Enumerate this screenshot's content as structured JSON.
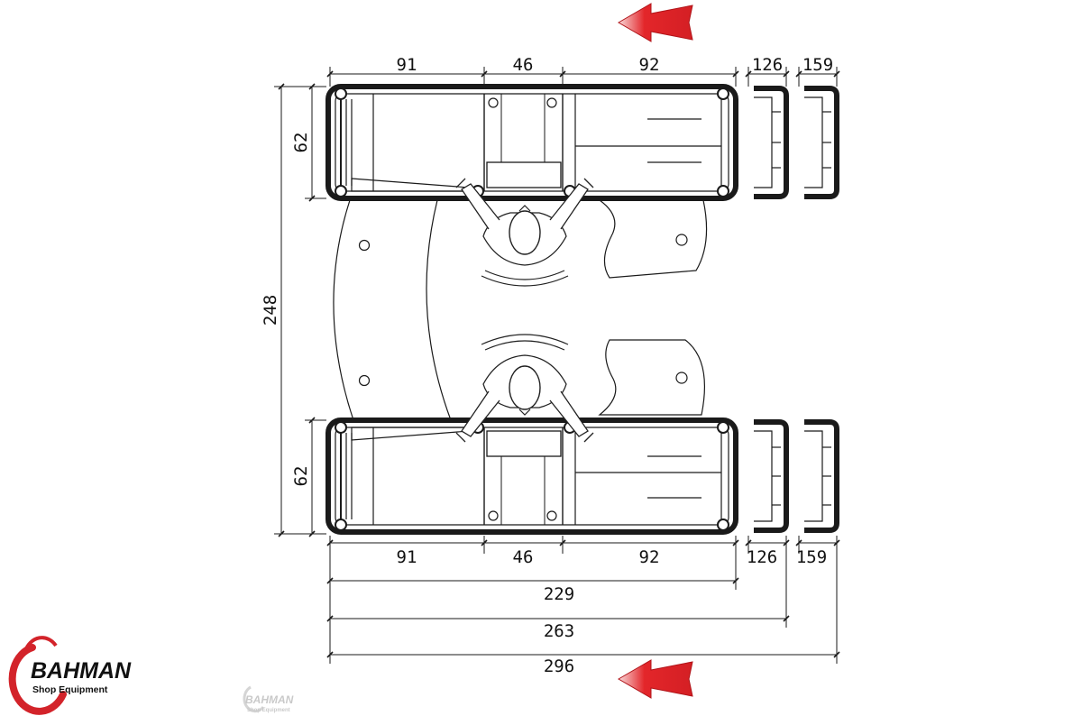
{
  "dimensions": {
    "top_widths": [
      "91",
      "46",
      "92",
      "126",
      "159"
    ],
    "bottom_widths": [
      "91",
      "46",
      "92",
      "126",
      "159"
    ],
    "left_total": "248",
    "left_top": "62",
    "left_bottom": "62",
    "totals": [
      "229",
      "263",
      "296"
    ]
  },
  "logo": {
    "name": "BAHMAN",
    "tagline": "Shop Equipment"
  },
  "watermark": {
    "name": "BAHMAN",
    "tagline": "Shop Equipment"
  },
  "colors": {
    "arrow": "#e3262a",
    "line": "#1a1a1a",
    "logo_red": "#d3232a"
  }
}
